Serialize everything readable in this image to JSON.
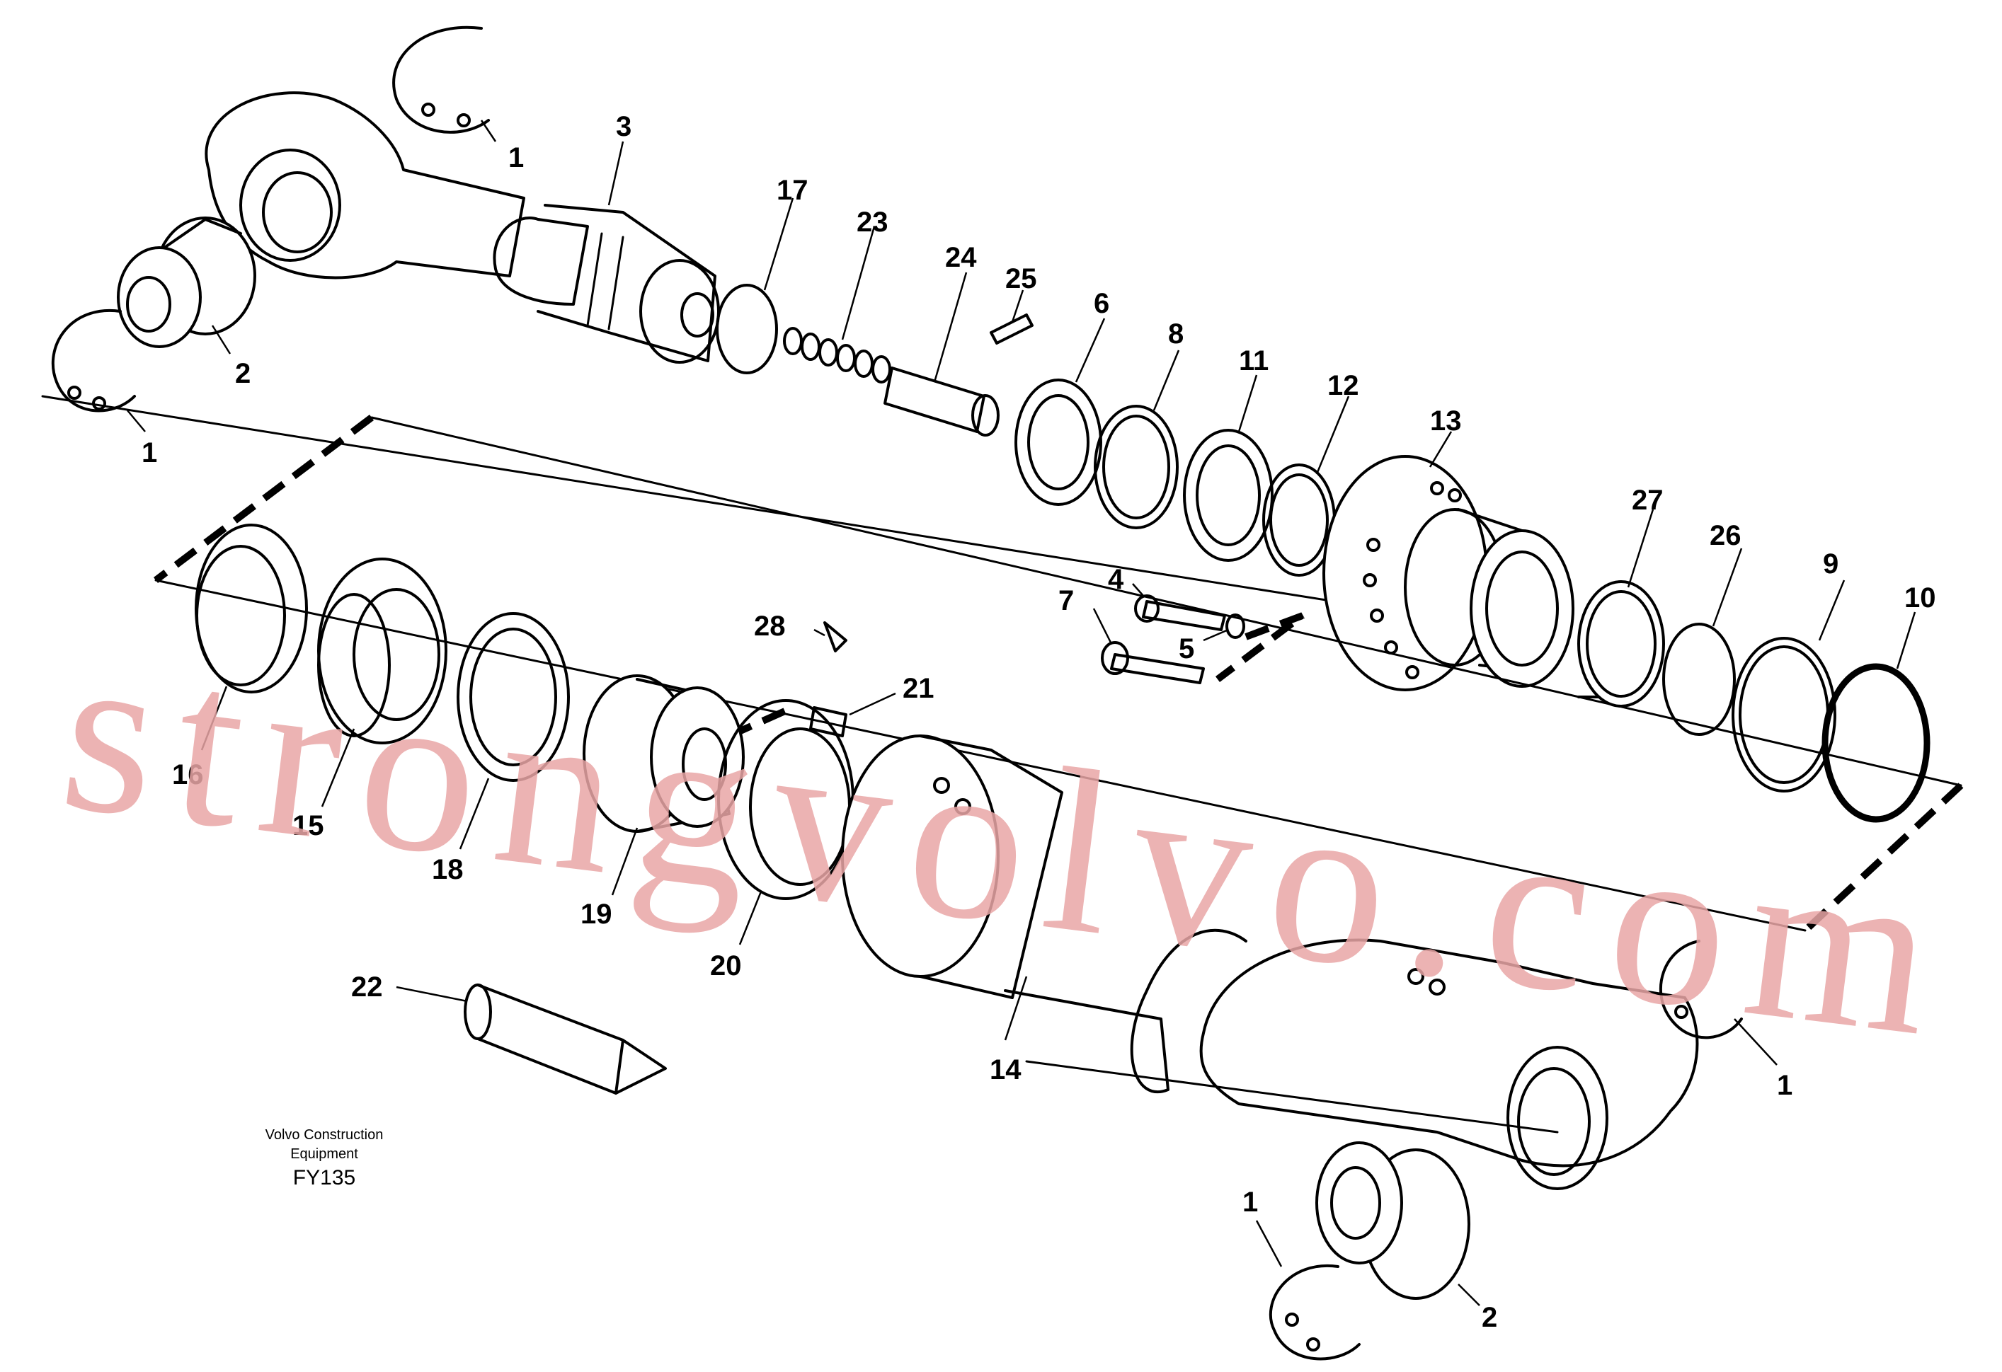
{
  "diagram": {
    "part_labels": [
      "1",
      "1",
      "1",
      "1",
      "2",
      "2",
      "3",
      "4",
      "5",
      "6",
      "7",
      "8",
      "9",
      "10",
      "11",
      "12",
      "13",
      "14",
      "15",
      "16",
      "17",
      "18",
      "19",
      "20",
      "21",
      "22",
      "23",
      "24",
      "25",
      "26",
      "27",
      "28"
    ],
    "credit_line1": "Volvo Construction",
    "credit_line2": "Equipment",
    "drawing_code": "FY135",
    "watermark": "strongvolvo.com",
    "watermark_color": "#e9a6a6",
    "line_color": "#000000"
  }
}
